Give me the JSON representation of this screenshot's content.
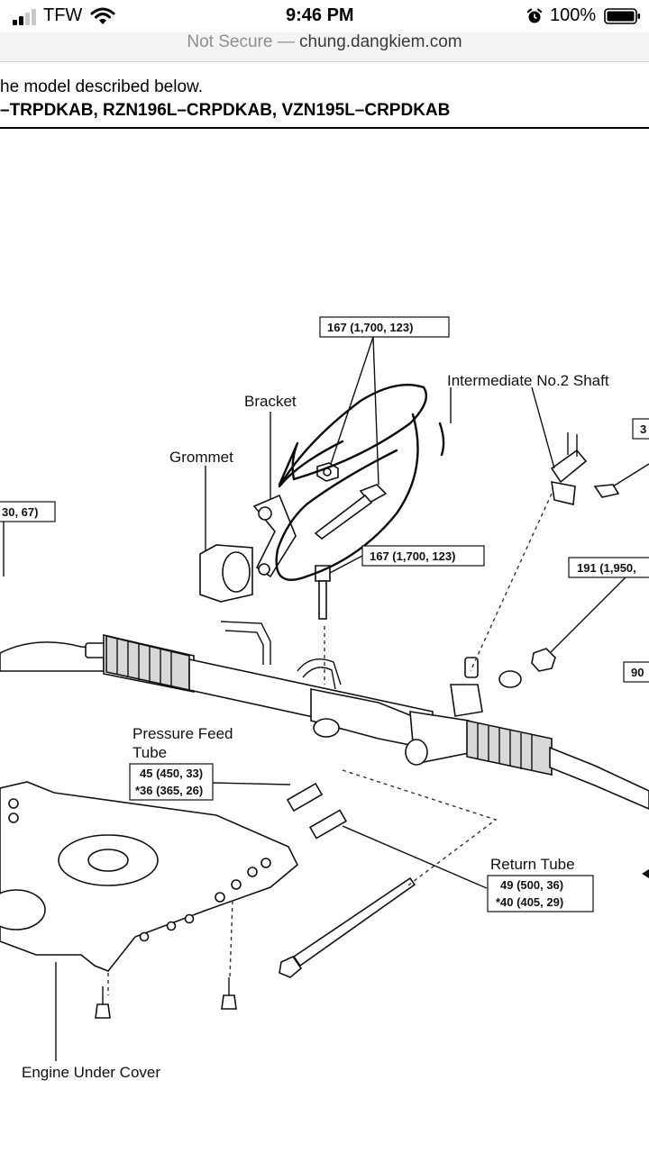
{
  "status_bar": {
    "carrier": "TFW",
    "time": "9:46 PM",
    "battery_percent": "100%"
  },
  "address_bar": {
    "security_label": "Not Secure —",
    "host": "chung.dangkiem.com"
  },
  "document": {
    "line1": "he model described below.",
    "line2": "–TRPDKAB, RZN196L–CRPDKAB, VZN195L–CRPDKAB"
  },
  "diagram": {
    "labels": {
      "bracket": "Bracket",
      "grommet": "Grommet",
      "intermediate_shaft": "Intermediate No.2 Shaft",
      "pressure_feed_line1": "Pressure Feed",
      "pressure_feed_line2": "Tube",
      "return_tube": "Return Tube",
      "engine_under_cover": "Engine Under Cover"
    },
    "torque": {
      "top_bolt": "167 (1,700, 123)",
      "mid_bolt": "167 (1,700, 123)",
      "left_edge": "30, 67)",
      "right_edge_top": "3",
      "nut_right": "191 (1,950,",
      "right_edge_mid": "90",
      "pressure_feed_1": "45 (450, 33)",
      "pressure_feed_2": "*36 (365, 26)",
      "return_tube_1": "49 (500, 36)",
      "return_tube_2": "*40 (405, 29)"
    }
  }
}
